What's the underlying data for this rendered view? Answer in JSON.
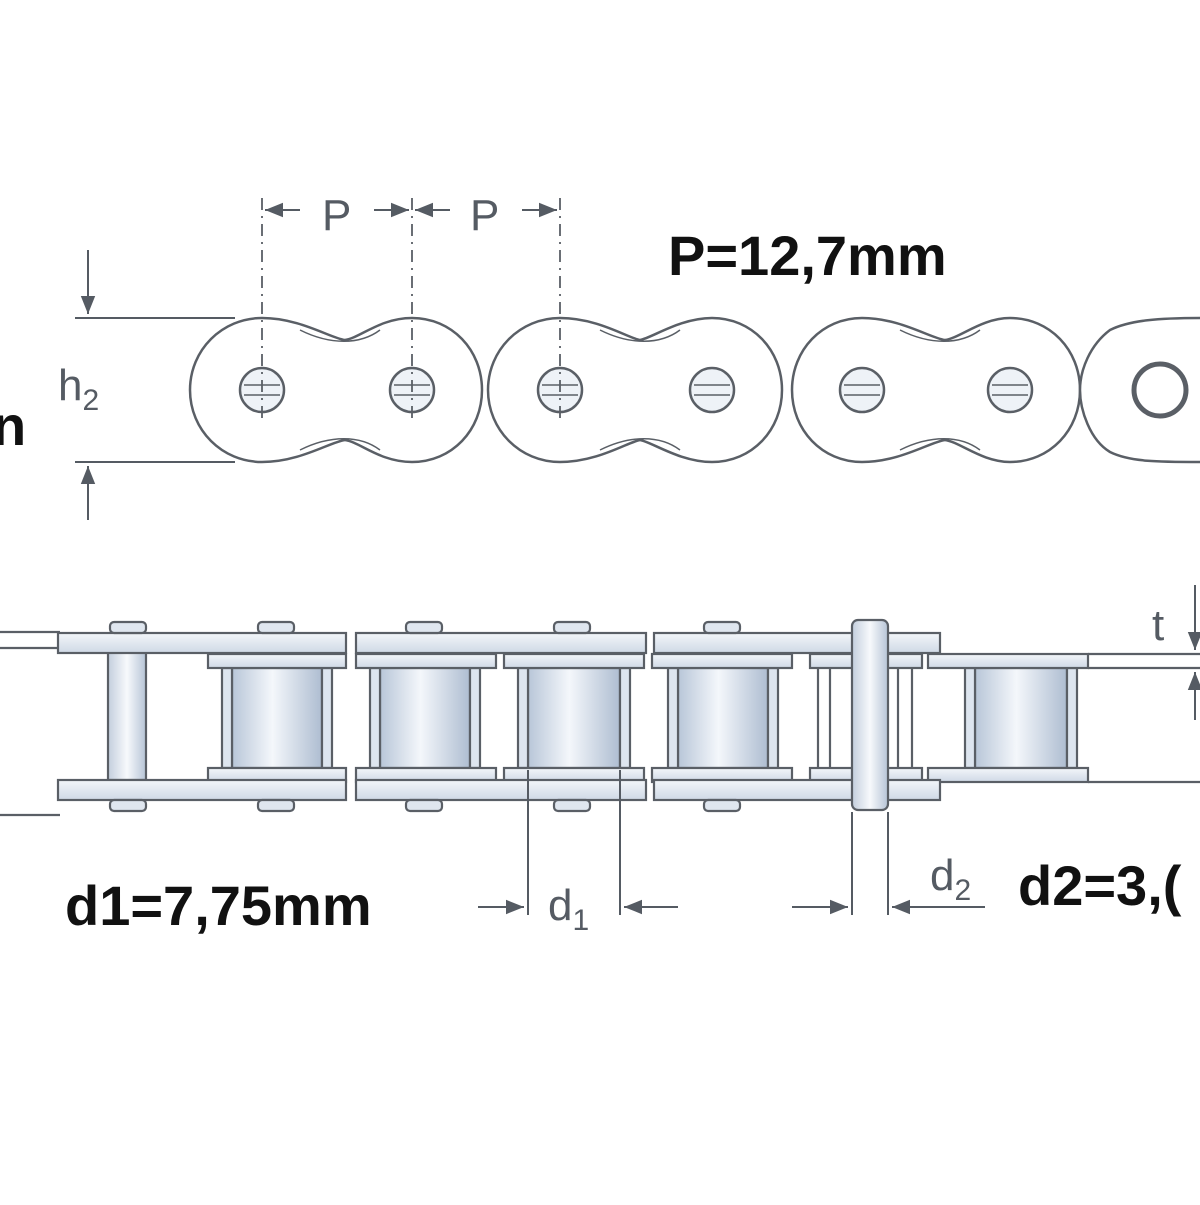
{
  "labels": {
    "pitch_symbol": "P",
    "height_symbol": "h",
    "height_sub": "2",
    "pitch_value": "P=12,7mm",
    "left_cut_text": "n",
    "thickness_symbol": "t",
    "d1_symbol": "d",
    "d1_sub": "1",
    "d1_value": "d1=7,75mm",
    "d2_symbol": "d",
    "d2_sub": "2",
    "d2_value": "d2=3,("
  },
  "colors": {
    "outline": "#5a5f66",
    "plate_fill": "#e9eef5",
    "roller_light": "#f4f7fb",
    "roller_dark": "#b8c6d8",
    "label": "#111111",
    "dimension": "#555b63"
  }
}
